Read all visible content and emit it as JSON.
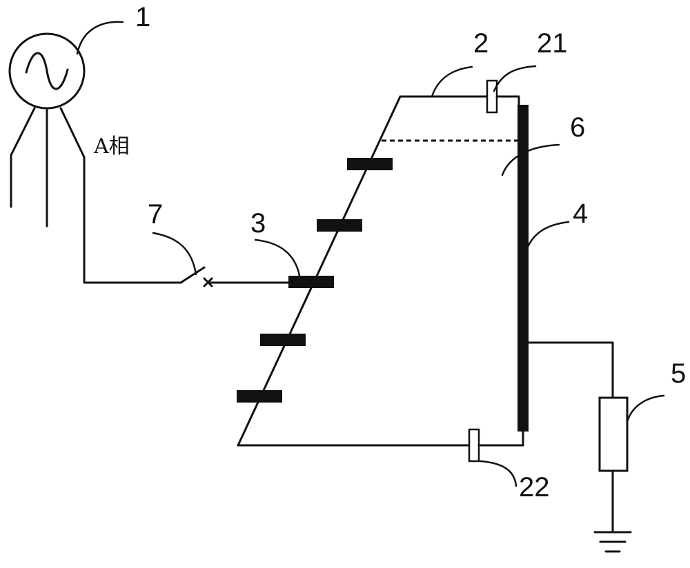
{
  "diagram": {
    "labels": {
      "source": "1",
      "line_2": "2",
      "capacitor_21": "21",
      "capacitor_22": "22",
      "tap_3": "3",
      "electrode_4": "4",
      "resistor_5": "5",
      "gap_6": "6",
      "switch_7": "7"
    },
    "phase_label": "A相"
  }
}
